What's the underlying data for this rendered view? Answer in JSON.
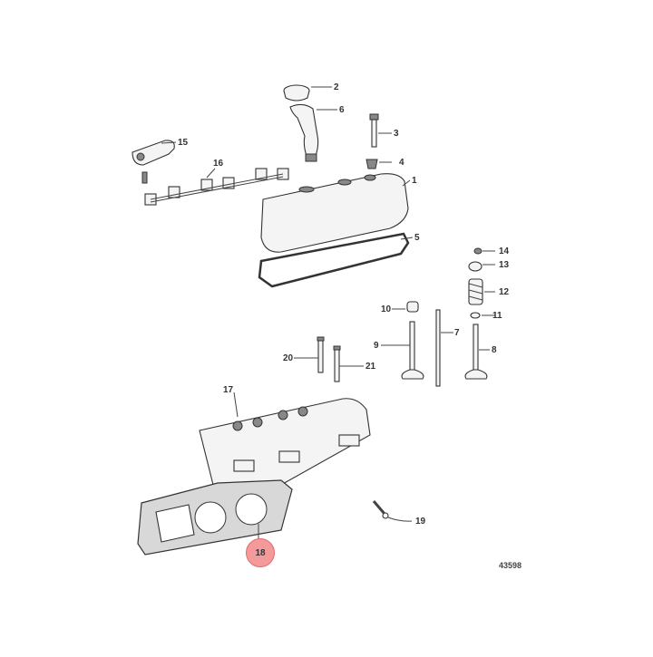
{
  "diagram": {
    "figure_number": "43598",
    "highlighted_part": "18",
    "highlight_color": "#f59a9a",
    "parts": [
      {
        "id": "1",
        "name": "valve-cover"
      },
      {
        "id": "2",
        "name": "oil-fill-cap"
      },
      {
        "id": "3",
        "name": "cover-bolt"
      },
      {
        "id": "4",
        "name": "grommet"
      },
      {
        "id": "5",
        "name": "valve-cover-gasket"
      },
      {
        "id": "6",
        "name": "oil-fill-tube"
      },
      {
        "id": "7",
        "name": "push-rod"
      },
      {
        "id": "8",
        "name": "exhaust-valve"
      },
      {
        "id": "9",
        "name": "intake-valve"
      },
      {
        "id": "10",
        "name": "valve-seal"
      },
      {
        "id": "11",
        "name": "spring-shim"
      },
      {
        "id": "12",
        "name": "valve-spring"
      },
      {
        "id": "13",
        "name": "spring-retainer"
      },
      {
        "id": "14",
        "name": "valve-keeper"
      },
      {
        "id": "15",
        "name": "rocker-arm"
      },
      {
        "id": "16",
        "name": "rocker-support"
      },
      {
        "id": "17",
        "name": "cylinder-head"
      },
      {
        "id": "18",
        "name": "head-gasket"
      },
      {
        "id": "19",
        "name": "stud"
      },
      {
        "id": "20",
        "name": "head-bolt-short"
      },
      {
        "id": "21",
        "name": "head-bolt-long"
      }
    ]
  }
}
